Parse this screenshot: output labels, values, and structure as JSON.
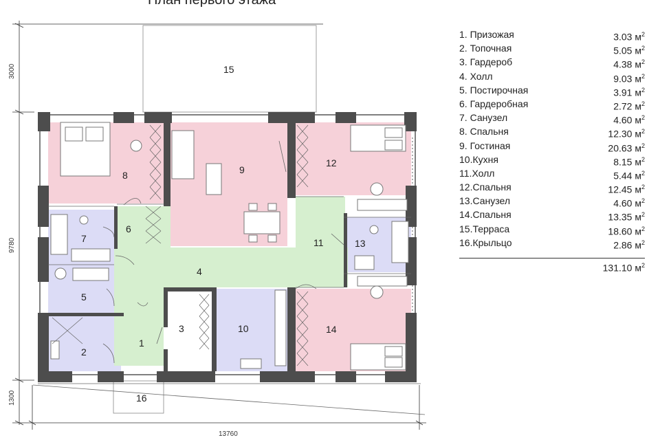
{
  "title": "План первого этажа",
  "rooms": [
    {
      "num": "1.",
      "name": "Призожая",
      "area": "3.03",
      "unit": "м",
      "exp": "2"
    },
    {
      "num": "2.",
      "name": "Топочная",
      "area": "5.05",
      "unit": "м",
      "exp": "2"
    },
    {
      "num": "3.",
      "name": "Гардероб",
      "area": "4.38",
      "unit": "м",
      "exp": "2"
    },
    {
      "num": "4.",
      "name": "Холл",
      "area": "9.03",
      "unit": "м",
      "exp": "2"
    },
    {
      "num": "5.",
      "name": "Постирочная",
      "area": "3.91",
      "unit": "м",
      "exp": "2"
    },
    {
      "num": "6.",
      "name": "Гардеробная",
      "area": "2.72",
      "unit": "м",
      "exp": "2"
    },
    {
      "num": "7.",
      "name": "Санузел",
      "area": "4.60",
      "unit": "м",
      "exp": "2"
    },
    {
      "num": "8.",
      "name": "Спальня",
      "area": "12.30",
      "unit": "м",
      "exp": "2"
    },
    {
      "num": "9.",
      "name": "Гостиная",
      "area": "20.63",
      "unit": "м",
      "exp": "2"
    },
    {
      "num": "10.",
      "name": "Кухня",
      "area": "8.15",
      "unit": "м",
      "exp": "2"
    },
    {
      "num": "11.",
      "name": "Холл",
      "area": "5.44",
      "unit": "м",
      "exp": "2"
    },
    {
      "num": "12.",
      "name": "Спальня",
      "area": "12.45",
      "unit": "м",
      "exp": "2"
    },
    {
      "num": "13.",
      "name": "Санузел",
      "area": "4.60",
      "unit": "м",
      "exp": "2"
    },
    {
      "num": "14.",
      "name": "Спальня",
      "area": "13.35",
      "unit": "м",
      "exp": "2"
    },
    {
      "num": "15.",
      "name": "Терраса",
      "area": "18.60",
      "unit": "м",
      "exp": "2"
    },
    {
      "num": "16.",
      "name": "Крыльцо",
      "area": "2.86",
      "unit": "м",
      "exp": "2"
    }
  ],
  "total": {
    "area": "131.10",
    "unit": "м",
    "exp": "2"
  },
  "labels": [
    "1",
    "2",
    "3",
    "4",
    "5",
    "6",
    "7",
    "8",
    "9",
    "10",
    "11",
    "12",
    "13",
    "14",
    "15",
    "16"
  ],
  "dimensions": {
    "width": "13760",
    "height": "9780",
    "terrace": "3000",
    "porch": "1300"
  },
  "colors": {
    "bedroom": "#f6d1d9",
    "hall": "#d6efcf",
    "wet": "#dcdcf6",
    "wall": "#4d4d4d"
  }
}
